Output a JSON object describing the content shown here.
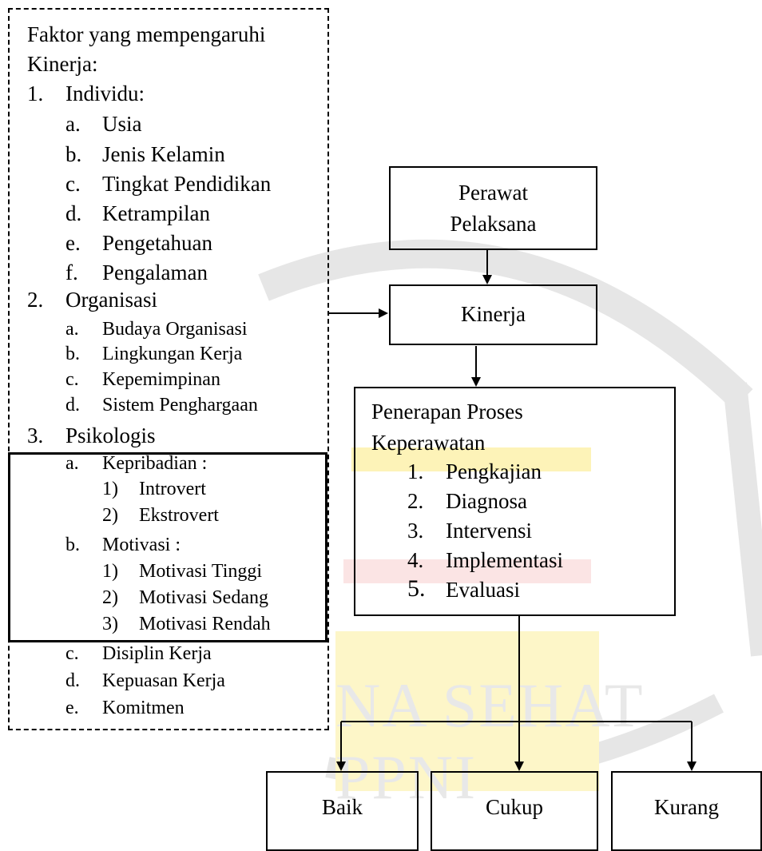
{
  "factors": {
    "title_line1": "Faktor yang mempengaruhi",
    "title_line2": "Kinerja:",
    "groups": [
      {
        "num": "1.",
        "label": "Individu:",
        "items": [
          {
            "letter": "a.",
            "label": "Usia"
          },
          {
            "letter": "b.",
            "label": "Jenis Kelamin"
          },
          {
            "letter": "c.",
            "label": "Tingkat Pendidikan"
          },
          {
            "letter": "d.",
            "label": "Ketrampilan"
          },
          {
            "letter": "e.",
            "label": "Pengetahuan"
          },
          {
            "letter": "f.",
            "label": "Pengalaman"
          }
        ]
      },
      {
        "num": "2.",
        "label": "Organisasi",
        "items": [
          {
            "letter": "a.",
            "label": "Budaya Organisasi"
          },
          {
            "letter": "b.",
            "label": "Lingkungan Kerja"
          },
          {
            "letter": "c.",
            "label": "Kepemimpinan"
          },
          {
            "letter": "d.",
            "label": "Sistem Penghargaan"
          }
        ]
      },
      {
        "num": "3.",
        "label": "Psikologis",
        "items": [
          {
            "letter": "a.",
            "label": "Kepribadian :",
            "sub": [
              {
                "num": "1)",
                "label": "Introvert"
              },
              {
                "num": "2)",
                "label": "Ekstrovert"
              }
            ]
          },
          {
            "letter": "b.",
            "label": "Motivasi :",
            "sub": [
              {
                "num": "1)",
                "label": "Motivasi Tinggi"
              },
              {
                "num": "2)",
                "label": "Motivasi Sedang"
              },
              {
                "num": "3)",
                "label": "Motivasi Rendah"
              }
            ]
          },
          {
            "letter": "c.",
            "label": "Disiplin Kerja"
          },
          {
            "letter": "d.",
            "label": "Kepuasan Kerja"
          },
          {
            "letter": "e.",
            "label": "Komitmen"
          }
        ]
      }
    ]
  },
  "perawat": {
    "line1": "Perawat",
    "line2": "Pelaksana"
  },
  "kinerja": "Kinerja",
  "penerapan": {
    "line1": "Penerapan Proses",
    "line2": "Keperawatan",
    "steps": [
      {
        "num": "1.",
        "label": "Pengkajian"
      },
      {
        "num": "2.",
        "label": "Diagnosa"
      },
      {
        "num": "3.",
        "label": "Intervensi"
      },
      {
        "num": "4.",
        "label": "Implementasi"
      },
      {
        "num": "5.",
        "label": "Evaluasi"
      }
    ]
  },
  "outcomes": {
    "baik": "Baik",
    "cukup": "Cukup",
    "kurang": "Kurang"
  },
  "watermark": "NA SEHAT PPNI"
}
